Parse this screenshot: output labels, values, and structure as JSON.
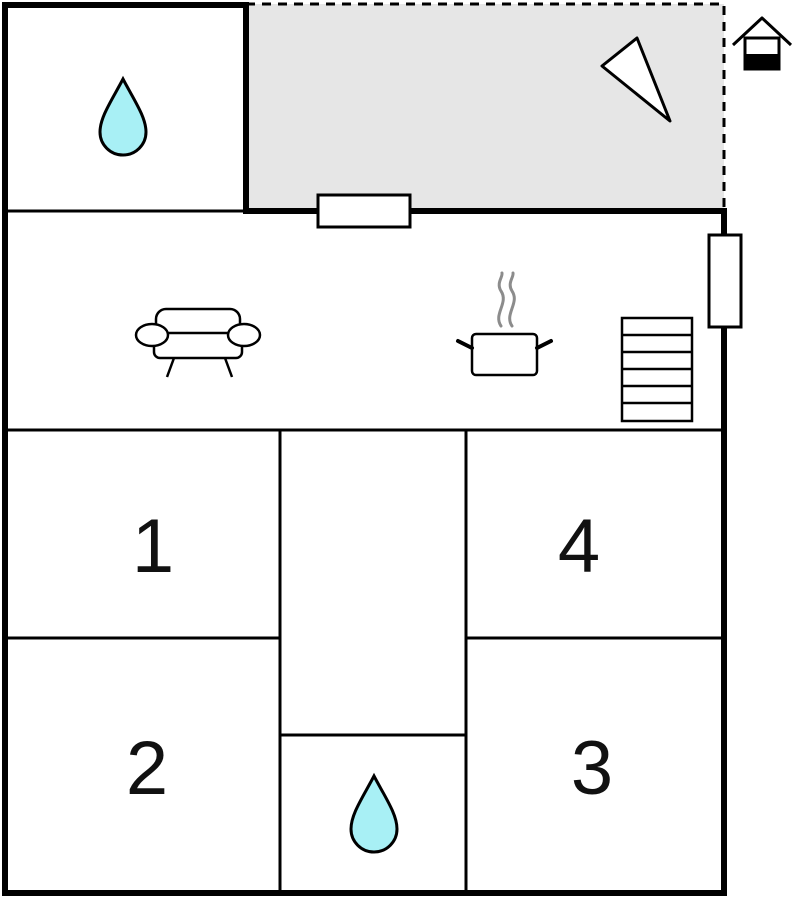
{
  "floor_plan": {
    "rooms": [
      {
        "id": "bedroom-1",
        "label": "1"
      },
      {
        "id": "bedroom-2",
        "label": "2"
      },
      {
        "id": "bedroom-3",
        "label": "3"
      },
      {
        "id": "bedroom-4",
        "label": "4"
      }
    ],
    "icons": {
      "bathroom": "water-drop-icon",
      "living": "sofa-icon",
      "kitchen": "cooking-pot-icon",
      "stairs": "stairs-icon",
      "terrace": "sail-shade-icon",
      "outdoor": "house-icon"
    },
    "colors": {
      "wall": "#000000",
      "terrace_fill": "#e6e6e6",
      "water_drop": "#a8f0f5",
      "steam": "#8c8c8c",
      "background": "#ffffff"
    }
  }
}
